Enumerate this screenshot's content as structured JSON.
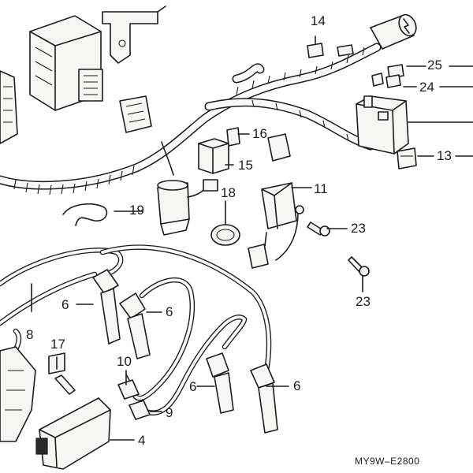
{
  "callouts": {
    "c4": "4",
    "c6a": "6",
    "c6b": "6",
    "c6c": "6",
    "c6d": "6",
    "c8": "8",
    "c9": "9",
    "c10": "10",
    "c11": "11",
    "c13": "13",
    "c14": "14",
    "c15": "15",
    "c16": "16",
    "c17": "17",
    "c18": "18",
    "c19": "19",
    "c23a": "23",
    "c23b": "23",
    "c24": "24",
    "c25": "25"
  },
  "diagram_code": "MY9W–E2800"
}
